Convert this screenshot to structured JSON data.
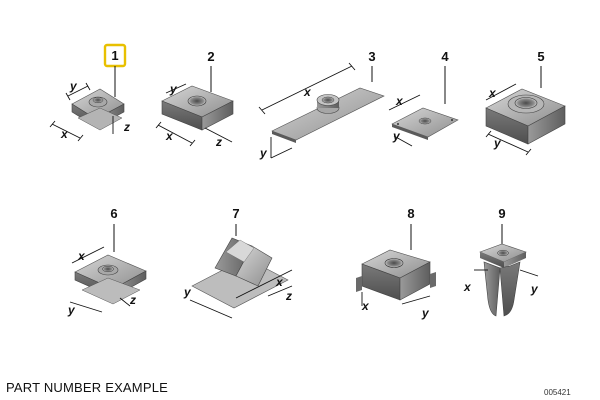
{
  "caption": "PART NUMBER EXAMPLE",
  "image_code": "005421",
  "highlight_color": "#e8c000",
  "metal_color": "#9a9a9a",
  "parts": [
    {
      "number": "1",
      "highlighted": true,
      "dims": [
        "y",
        "x",
        "z"
      ]
    },
    {
      "number": "2",
      "highlighted": false,
      "dims": [
        "y",
        "x",
        "z"
      ]
    },
    {
      "number": "3",
      "highlighted": false,
      "dims": [
        "x",
        "y"
      ]
    },
    {
      "number": "4",
      "highlighted": false,
      "dims": [
        "x",
        "y"
      ]
    },
    {
      "number": "5",
      "highlighted": false,
      "dims": [
        "x",
        "y"
      ]
    },
    {
      "number": "6",
      "highlighted": false,
      "dims": [
        "x",
        "y",
        "z"
      ]
    },
    {
      "number": "7",
      "highlighted": false,
      "dims": [
        "y",
        "x",
        "z"
      ]
    },
    {
      "number": "8",
      "highlighted": false,
      "dims": [
        "x",
        "y"
      ]
    },
    {
      "number": "9",
      "highlighted": false,
      "dims": [
        "x",
        "y"
      ]
    }
  ]
}
